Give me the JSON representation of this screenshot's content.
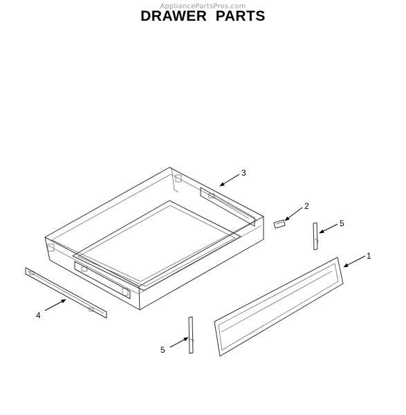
{
  "header": {
    "watermark": "AppliancePartsPros.com",
    "title": "DRAWER PARTS"
  },
  "callouts": [
    "1",
    "2",
    "3",
    "4",
    "5",
    "5"
  ]
}
